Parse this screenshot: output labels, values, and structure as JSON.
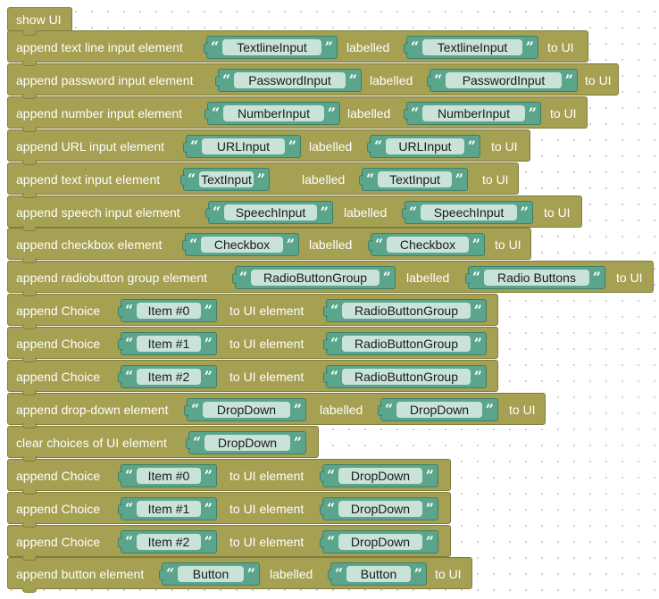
{
  "show_ui_label": "show UI",
  "left_quote": "“",
  "right_quote": "”",
  "blocks": [
    {
      "segments": [
        {
          "text": "append text line input element"
        },
        {
          "string": "TextlineInput"
        },
        {
          "text": "labelled"
        },
        {
          "string": "TextlineInput"
        },
        {
          "text": "to UI"
        }
      ]
    },
    {
      "segments": [
        {
          "text": "append password input element"
        },
        {
          "string": "PasswordInput"
        },
        {
          "text": "labelled"
        },
        {
          "string": "PasswordInput"
        },
        {
          "text": "to UI"
        }
      ]
    },
    {
      "segments": [
        {
          "text": "append number input element"
        },
        {
          "string": "NumberInput"
        },
        {
          "text": "labelled"
        },
        {
          "string": "NumberInput"
        },
        {
          "text": "to UI"
        }
      ]
    },
    {
      "segments": [
        {
          "text": "append URL input element"
        },
        {
          "string": "URLInput"
        },
        {
          "text": "labelled"
        },
        {
          "string": "URLInput"
        },
        {
          "text": "to UI"
        }
      ]
    },
    {
      "segments": [
        {
          "text": "append text input element"
        },
        {
          "string": "TextInput"
        },
        {
          "text": "labelled"
        },
        {
          "string": "TextInput"
        },
        {
          "text": "to UI"
        }
      ]
    },
    {
      "segments": [
        {
          "text": "append speech input element"
        },
        {
          "string": "SpeechInput"
        },
        {
          "text": "labelled"
        },
        {
          "string": "SpeechInput"
        },
        {
          "text": "to UI"
        }
      ]
    },
    {
      "segments": [
        {
          "text": "append checkbox element"
        },
        {
          "string": "Checkbox"
        },
        {
          "text": "labelled"
        },
        {
          "string": "Checkbox"
        },
        {
          "text": "to UI"
        }
      ]
    },
    {
      "segments": [
        {
          "text": "append radiobutton group element"
        },
        {
          "string": "RadioButtonGroup"
        },
        {
          "text": "labelled"
        },
        {
          "string": "Radio Buttons"
        },
        {
          "text": "to UI"
        }
      ]
    },
    {
      "segments": [
        {
          "text": "append Choice"
        },
        {
          "string": "Item #0"
        },
        {
          "text": "to UI element"
        },
        {
          "string": "RadioButtonGroup"
        }
      ]
    },
    {
      "segments": [
        {
          "text": "append Choice"
        },
        {
          "string": "Item #1"
        },
        {
          "text": "to UI element"
        },
        {
          "string": "RadioButtonGroup"
        }
      ]
    },
    {
      "segments": [
        {
          "text": "append Choice"
        },
        {
          "string": "Item #2"
        },
        {
          "text": "to UI element"
        },
        {
          "string": "RadioButtonGroup"
        }
      ]
    },
    {
      "segments": [
        {
          "text": "append drop-down element"
        },
        {
          "string": "DropDown"
        },
        {
          "text": "labelled"
        },
        {
          "string": "DropDown"
        },
        {
          "text": "to UI"
        }
      ]
    },
    {
      "segments": [
        {
          "text": "clear choices of UI element"
        },
        {
          "string": "DropDown"
        }
      ]
    },
    {
      "segments": [
        {
          "text": "append Choice"
        },
        {
          "string": "Item #0"
        },
        {
          "text": "to UI element"
        },
        {
          "string": "DropDown"
        }
      ]
    },
    {
      "segments": [
        {
          "text": "append Choice"
        },
        {
          "string": "Item #1"
        },
        {
          "text": "to UI element"
        },
        {
          "string": "DropDown"
        }
      ]
    },
    {
      "segments": [
        {
          "text": "append Choice"
        },
        {
          "string": "Item #2"
        },
        {
          "text": "to UI element"
        },
        {
          "string": "DropDown"
        }
      ]
    },
    {
      "segments": [
        {
          "text": "append button element"
        },
        {
          "string": "Button"
        },
        {
          "text": "labelled"
        },
        {
          "string": "Button"
        },
        {
          "text": "to UI"
        }
      ]
    }
  ]
}
